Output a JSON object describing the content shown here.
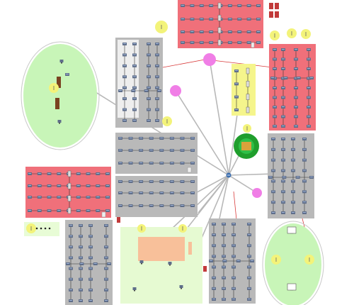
{
  "colors": {
    "red_zone": "#f0707a",
    "gray_zone": "#b9b9b9",
    "green_zone": "#c8f5b8",
    "light_green_zone": "#e6fad2",
    "yellow_zone": "#f5f58c",
    "peach_zone": "#f8c09a",
    "magenta_node": "#f07ee6",
    "yellow_node": "#f3f37a",
    "dark_green_node": "#1f9e2c",
    "link_gray": "#b8b8b8",
    "link_red": "#d83a3a",
    "link_black": "#333333",
    "device": "#5f6e8a"
  },
  "zones": [
    {
      "id": "red-top"
    },
    {
      "id": "red-right"
    },
    {
      "id": "red-left"
    },
    {
      "id": "gray-upper-mid"
    },
    {
      "id": "gray-center-top"
    },
    {
      "id": "gray-center-mid"
    },
    {
      "id": "gray-right"
    },
    {
      "id": "gray-bottom-left"
    },
    {
      "id": "gray-bottom-mid"
    },
    {
      "id": "green-oval-left"
    },
    {
      "id": "green-oval-right"
    },
    {
      "id": "green-field-bottom"
    },
    {
      "id": "yellow-panel"
    },
    {
      "id": "peach-block"
    }
  ],
  "icons": {
    "switch": "switch-icon",
    "router": "router-icon",
    "pc": "pc-icon",
    "server": "server-icon",
    "access_point": "wireless-access-point-icon",
    "cloud": "cloud-icon",
    "door": "door-icon",
    "firewall": "firewall-icon"
  },
  "central_router": {
    "icon": "router-icon"
  }
}
